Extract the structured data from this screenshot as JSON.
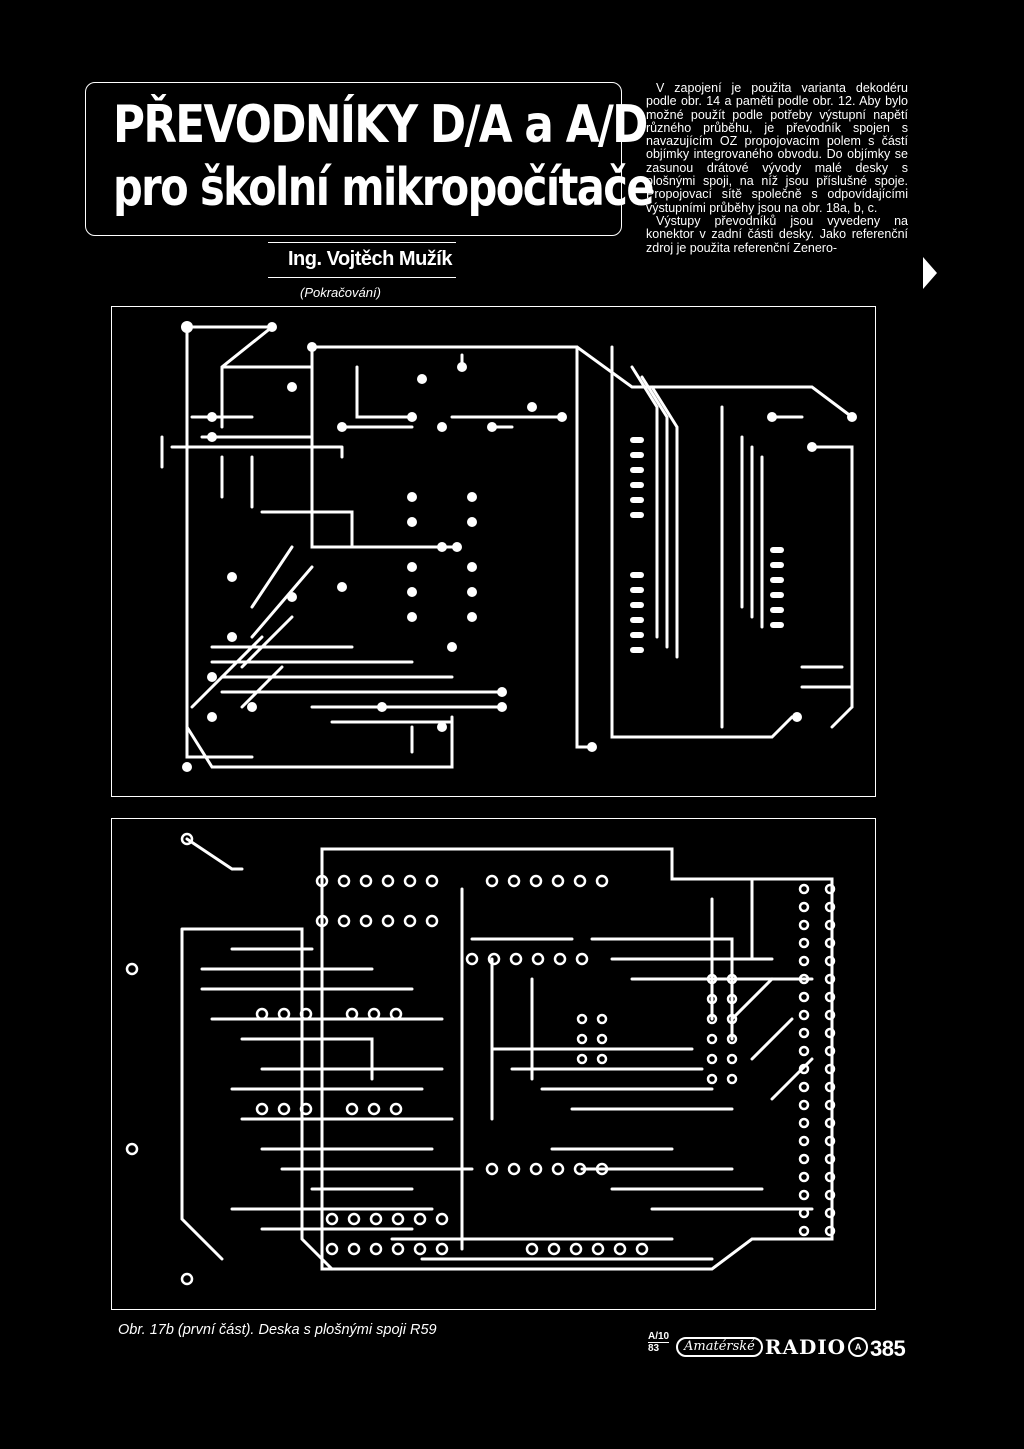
{
  "article": {
    "title_line1": "PŘEVODNÍKY D/A a A/D",
    "title_line2": "pro školní mikropočítače",
    "author": "Ing. Vojtěch Mužík",
    "continuation": "(Pokračování)"
  },
  "body_text": {
    "paragraph1": "V zapojení je použita varianta dekodéru podle obr. 14 a paměti podle obr. 12. Aby bylo možné použít podle potřeby výstupní napětí různého průběhu, je převodník spojen s navazujícím OZ propojovacím polem s částí objímky integrovaného obvodu. Do objímky se zasunou drátové vývody malé desky s plošnými spoji, na níž jsou příslušné spoje. Propojovací sítě společně s odpovídajícími výstupními průběhy jsou na obr. 18a, b, c.",
    "paragraph2": "Výstupy převodníků jsou vyvedeny na konektor v zadní části desky. Jako referenční zdroj je použita referenční Zenero-"
  },
  "figure": {
    "caption": "Obr. 17b (první část). Deska s plošnými spoji R59"
  },
  "footer": {
    "issue_top": "A/10",
    "issue_bottom": "83",
    "magazine_script": "Amatérské",
    "magazine_name": "RADIO",
    "page_number": "385"
  },
  "colors": {
    "background": "#000000",
    "foreground": "#ffffff"
  }
}
